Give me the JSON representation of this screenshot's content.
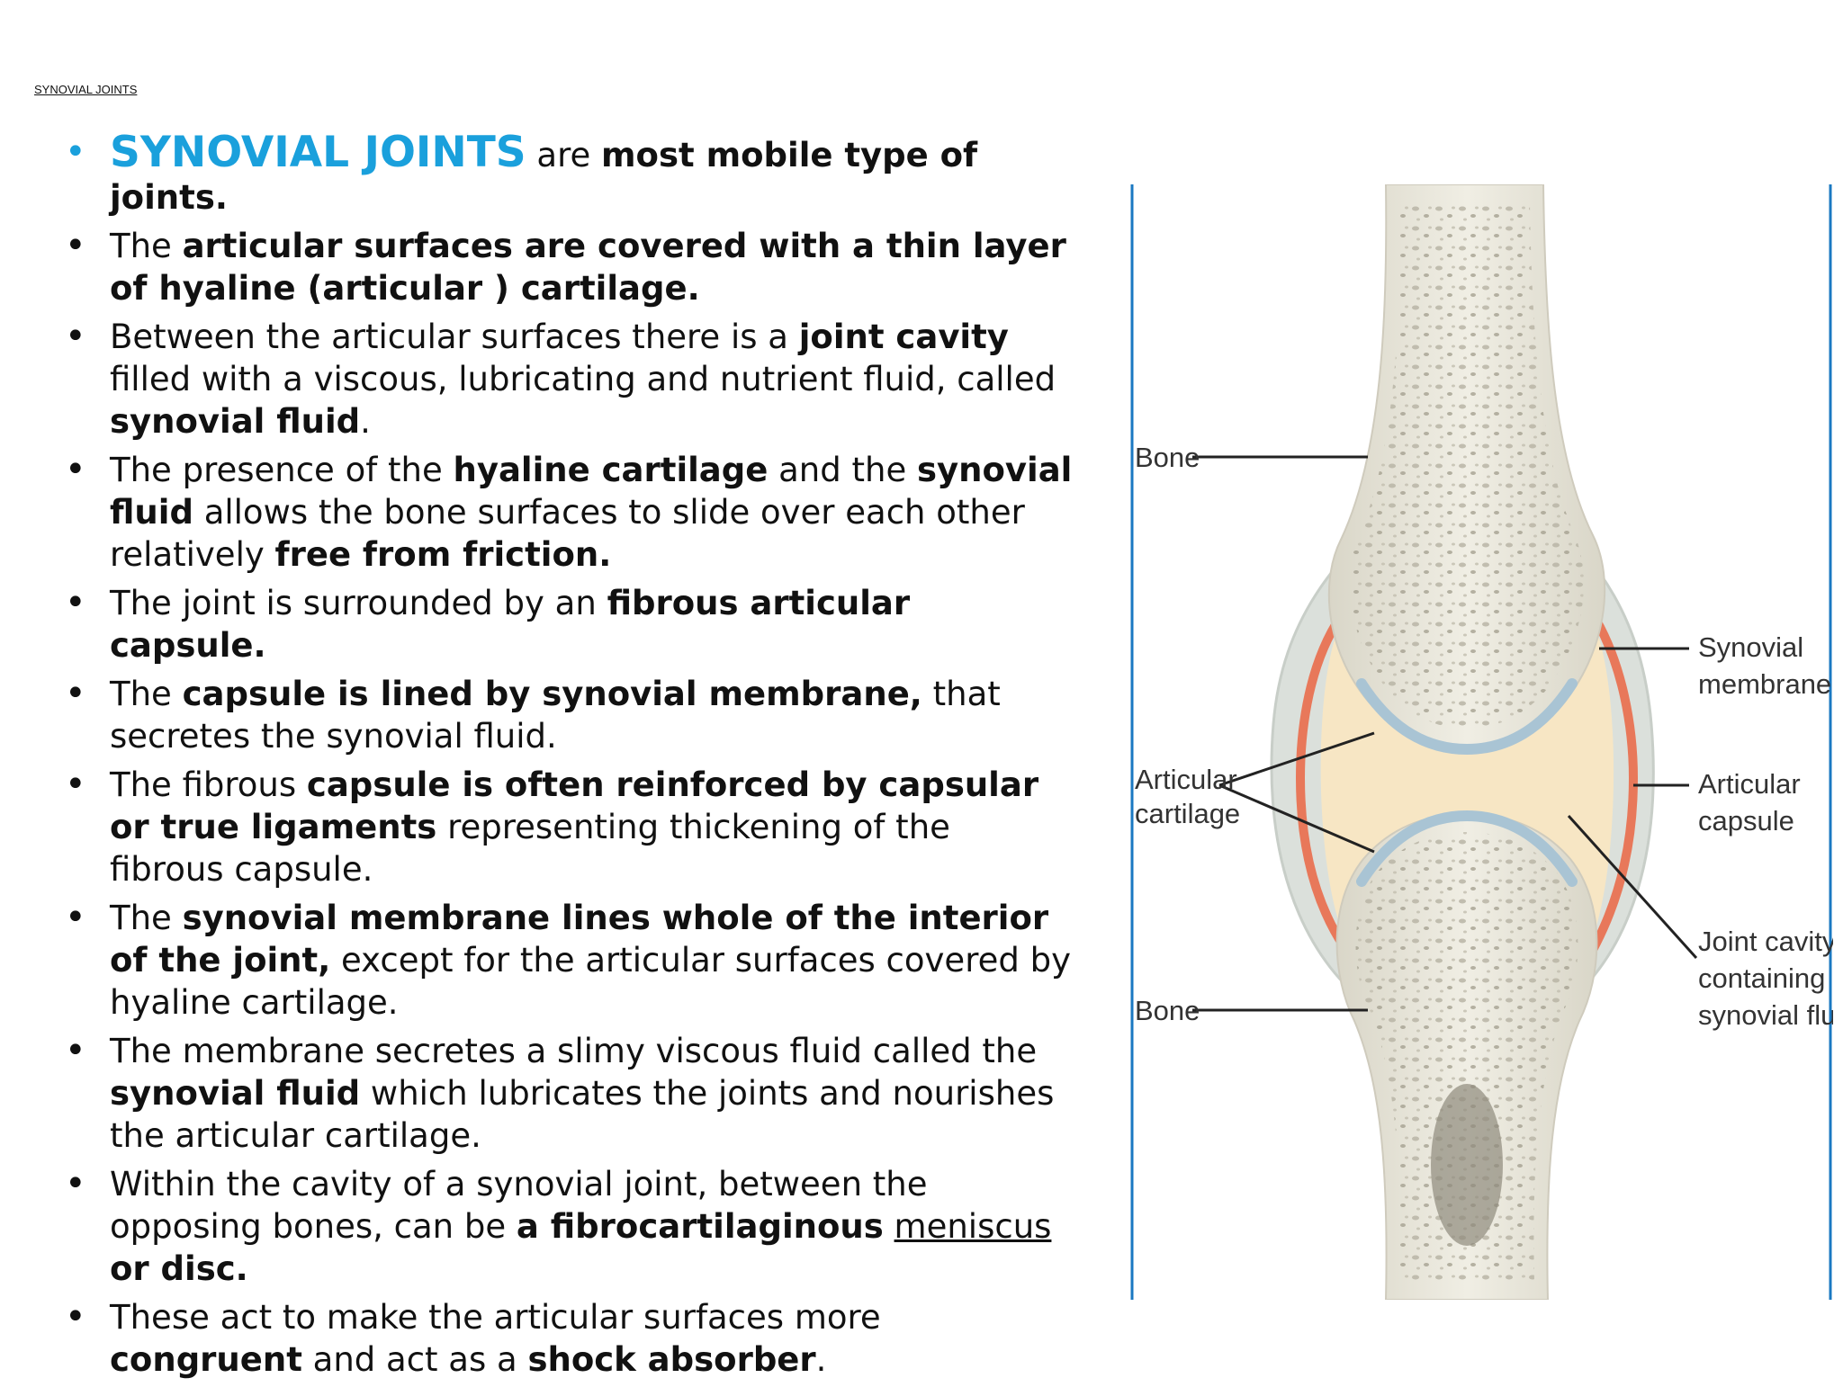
{
  "slide": {
    "header": "SYNOVIAL JOINTS",
    "bullets": [
      [
        {
          "t": "SYNOVIAL JOINTS",
          "s": "hl"
        },
        {
          "t": " are "
        },
        {
          "t": "most mobile type of joints.",
          "s": "b"
        }
      ],
      [
        {
          "t": "The "
        },
        {
          "t": "articular surfaces are covered with a thin layer of hyaline (articular ) cartilage.",
          "s": "b"
        }
      ],
      [
        {
          "t": "Between the articular surfaces there is a "
        },
        {
          "t": "joint cavity",
          "s": "b"
        },
        {
          "t": " filled with a viscous, lubricating and nutrient fluid, called "
        },
        {
          "t": "synovial fluid",
          "s": "b"
        },
        {
          "t": "."
        }
      ],
      [
        {
          "t": "The presence of the "
        },
        {
          "t": "hyaline cartilage",
          "s": "b"
        },
        {
          "t": " and the "
        },
        {
          "t": "synovial fluid",
          "s": "b"
        },
        {
          "t": " allows the bone surfaces to slide over each other relatively "
        },
        {
          "t": "free from friction.",
          "s": "b"
        }
      ],
      [
        {
          "t": "The joint is surrounded by an "
        },
        {
          "t": "fibrous articular capsule.",
          "s": "b"
        }
      ],
      [
        {
          "t": "The "
        },
        {
          "t": "capsule is lined by synovial membrane,",
          "s": "b"
        },
        {
          "t": " that secretes the synovial fluid."
        }
      ],
      [
        {
          "t": "The fibrous "
        },
        {
          "t": "capsule is often reinforced by capsular or true ligaments",
          "s": "b"
        },
        {
          "t": " representing thickening  of the fibrous capsule."
        }
      ],
      [
        {
          "t": "The "
        },
        {
          "t": "synovial membrane lines whole of the interior of the joint,",
          "s": "b"
        },
        {
          "t": " except for the articular surfaces covered by hyaline cartilage."
        }
      ],
      [
        {
          "t": " The membrane secretes a slimy viscous fluid called the "
        },
        {
          "t": "synovial fluid",
          "s": "b"
        },
        {
          "t": " which lubricates the joints and nourishes the articular cartilage."
        }
      ],
      [
        {
          "t": "Within the cavity of a synovial joint, between the opposing bones, can be "
        },
        {
          "t": "a fibrocartilaginous",
          "s": "b"
        },
        {
          "t": " "
        },
        {
          "t": "meniscus",
          "s": "u"
        },
        {
          "t": " "
        },
        {
          "t": "or disc.",
          "s": "b"
        }
      ],
      [
        {
          "t": "These act to make the articular surfaces more "
        },
        {
          "t": "congruent",
          "s": "b"
        },
        {
          "t": " and act as a "
        },
        {
          "t": "shock absorber",
          "s": "b"
        },
        {
          "t": "."
        }
      ]
    ]
  },
  "figure": {
    "labels": {
      "bone_top": "Bone",
      "articular_cartilage_1": "Articular",
      "articular_cartilage_2": "cartilage",
      "bone_bottom": "Bone",
      "synovial_membrane_1": "Synovial",
      "synovial_membrane_2": "membrane",
      "articular_capsule_1": "Articular",
      "articular_capsule_2": "capsule",
      "joint_cavity_1": "Joint cavity",
      "joint_cavity_2": "containing",
      "joint_cavity_3": "synovial fluid"
    },
    "colors": {
      "frame": "#1a78c2",
      "bone": "#e8e6d9",
      "bone_pore": "#b9b5a6",
      "capsule": "#d6dbd6",
      "membrane": "#e8785a",
      "cavity": "#f7e6c4",
      "cartilage": "#a9c4d4",
      "accent_blue": "#1aa0dc"
    }
  }
}
